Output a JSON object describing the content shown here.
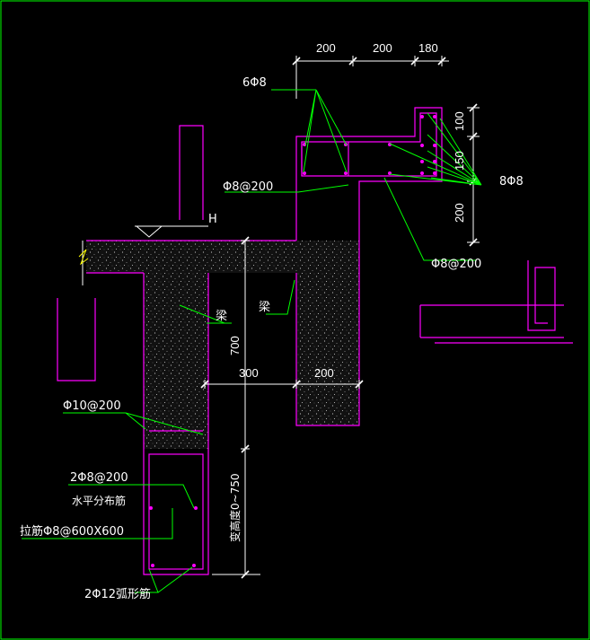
{
  "colors": {
    "background": "#000000",
    "frame": "#00ff00",
    "outline": "#ff00ff",
    "leader": "#00ff00",
    "text": "#ffffff",
    "concrete_fill": "#1a1a1a",
    "speckle": "#cfcfcf"
  },
  "dimensions": {
    "top_200_a": "200",
    "top_200_b": "200",
    "top_180": "180",
    "right_100": "100",
    "right_150": "150",
    "right_200": "200",
    "mid_700": "700",
    "mid_300": "300",
    "mid_200": "200",
    "vertical_range": "变高度0~750"
  },
  "labels": {
    "six_phi8": "6Φ8",
    "phi8_200_left": "Φ8@200",
    "eight_phi8": "8Φ8",
    "phi8_200_right": "Φ8@200",
    "h_mark": "H",
    "beam_left": "梁",
    "beam_right": "梁",
    "phi10_200": "Φ10@200",
    "two_phi8_200": "2Φ8@200",
    "horizontal_bar": "水平分布筋",
    "tie_bar": "拉筋Φ8@600X600",
    "two_phi12": "2Φ12弧形筋"
  }
}
